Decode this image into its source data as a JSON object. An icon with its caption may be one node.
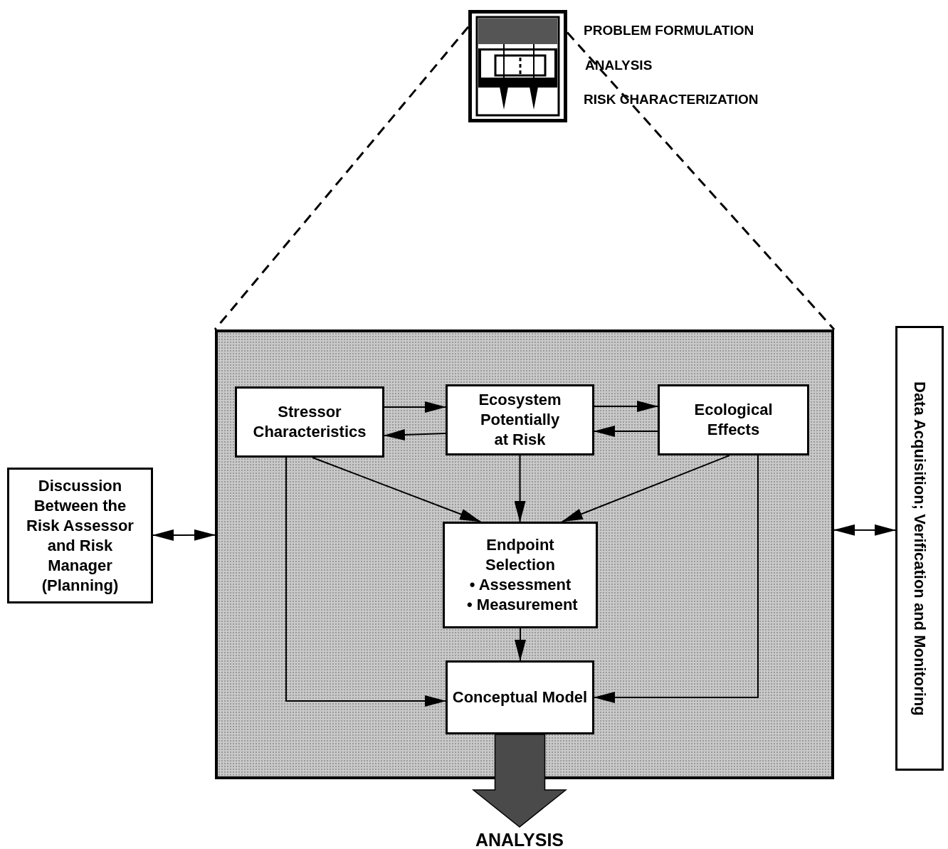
{
  "diagram": {
    "nodes": [
      {
        "text": [],
        "shape": "picture",
        "beside": [
          "PROBLEM FORMULATION",
          "ANALYSIS",
          "RISK CHARACTERIZATION"
        ]
      },
      {
        "text": [],
        "shape": "box"
      },
      {
        "text": [
          "Stressor Characteristics"
        ],
        "in": 1
      },
      {
        "text": [
          "Ecosystem Potentially at Risk"
        ],
        "in": 1
      },
      {
        "text": [
          "Ecological Effects"
        ],
        "in": 1
      },
      {
        "text": [
          "Endpoint Selection",
          "• Assessment",
          "• Measurement"
        ],
        "in": 1
      },
      {
        "text": [
          "Conceptual Model"
        ],
        "in": 1
      },
      {
        "text": [
          "Discussion Between the Risk Assessor and Risk Manager (Planning)"
        ]
      },
      {
        "text": [
          "Data Acquisition; Verification and Monitoring"
        ]
      },
      {
        "text": [
          "ANALYSIS"
        ]
      }
    ],
    "edges": [
      {
        "from": 0,
        "to": 1,
        "arrow": "none",
        "style": "dashed"
      },
      {
        "from": 0,
        "to": 1,
        "arrow": "none",
        "style": "dashed"
      },
      {
        "from": 2,
        "to": 3,
        "arrow": "to"
      },
      {
        "from": 3,
        "to": 2,
        "arrow": "to"
      },
      {
        "from": 3,
        "to": 4,
        "arrow": "to"
      },
      {
        "from": 4,
        "to": 3,
        "arrow": "to"
      },
      {
        "from": 2,
        "to": 5,
        "arrow": "to"
      },
      {
        "from": 3,
        "to": 5,
        "arrow": "to"
      },
      {
        "from": 4,
        "to": 5,
        "arrow": "to"
      },
      {
        "from": 5,
        "to": 6,
        "arrow": "to"
      },
      {
        "from": 2,
        "to": 6,
        "arrow": "to"
      },
      {
        "from": 4,
        "to": 6,
        "arrow": "to"
      },
      {
        "from": 7,
        "to": 1,
        "arrow": "both"
      },
      {
        "from": 1,
        "to": 8,
        "arrow": "both"
      },
      {
        "from": 6,
        "to": 9,
        "arrow": "to",
        "style": "thick",
        "color": "#4a4a4a"
      }
    ]
  }
}
